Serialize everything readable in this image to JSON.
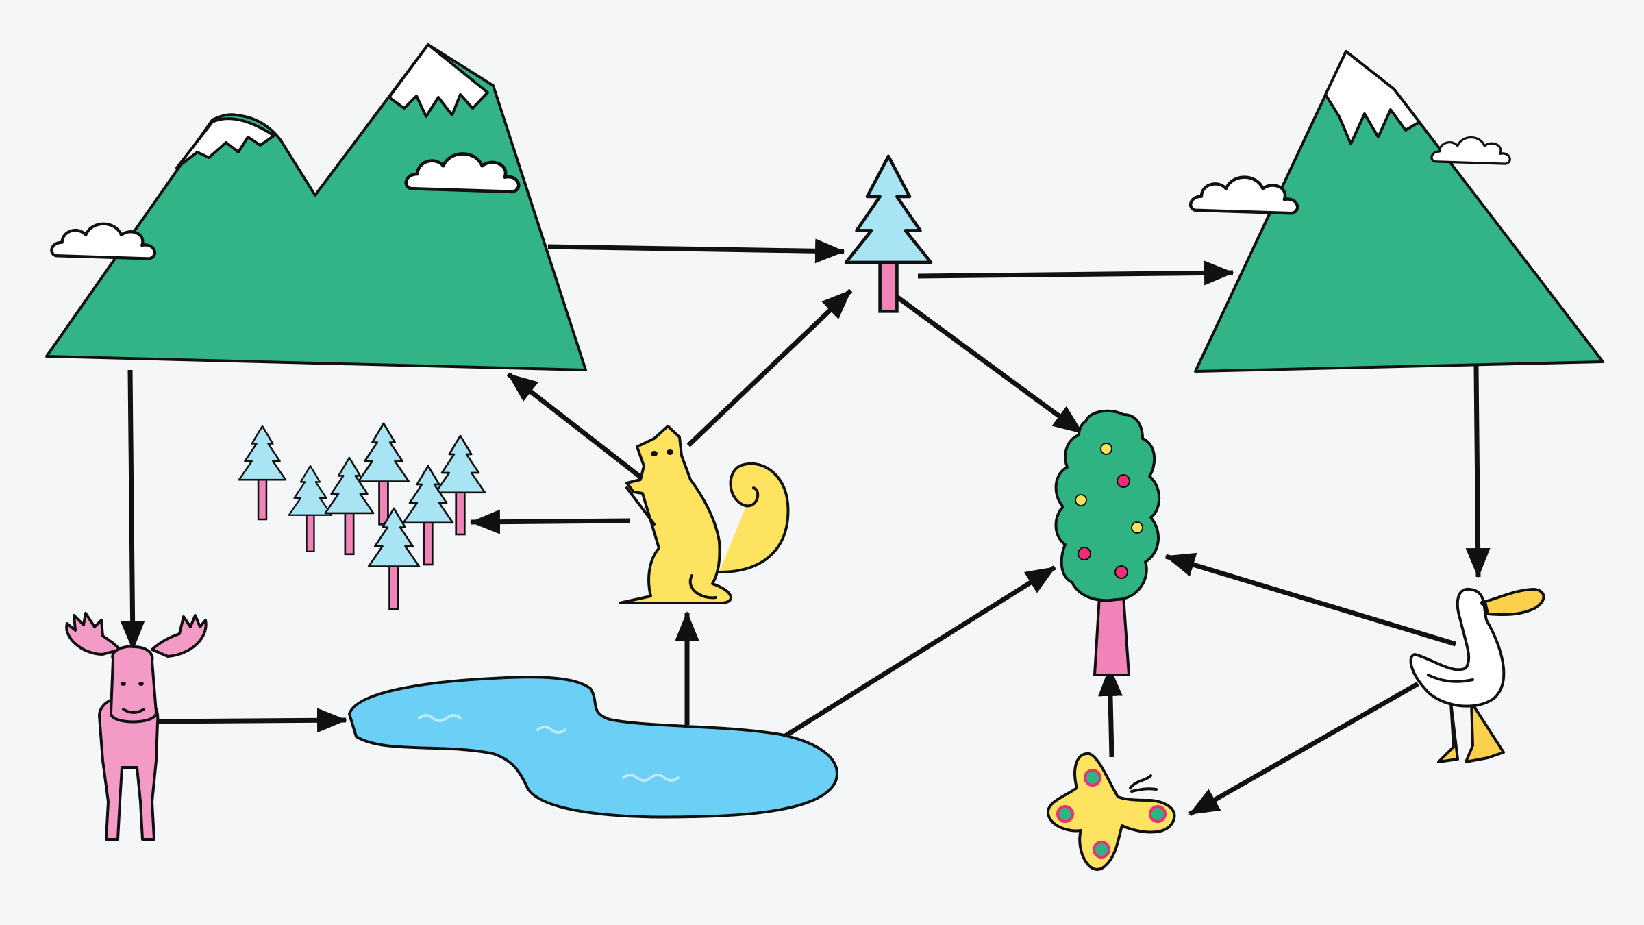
{
  "diagram": {
    "type": "food-web-illustration",
    "nodes": [
      {
        "id": "twin-mountains",
        "icon": "twin-mountain-icon"
      },
      {
        "id": "pine-tree",
        "icon": "pine-tree-icon"
      },
      {
        "id": "right-mountain",
        "icon": "mountain-icon"
      },
      {
        "id": "forest",
        "icon": "forest-icon"
      },
      {
        "id": "squirrel",
        "icon": "squirrel-icon"
      },
      {
        "id": "moose",
        "icon": "moose-icon"
      },
      {
        "id": "lake",
        "icon": "lake-icon"
      },
      {
        "id": "fruit-tree",
        "icon": "fruit-tree-icon"
      },
      {
        "id": "duck",
        "icon": "duck-icon"
      },
      {
        "id": "butterfly",
        "icon": "butterfly-icon"
      }
    ],
    "edges": [
      {
        "from": "twin-mountains",
        "to": "pine-tree"
      },
      {
        "from": "pine-tree",
        "to": "right-mountain"
      },
      {
        "from": "pine-tree",
        "to": "fruit-tree"
      },
      {
        "from": "twin-mountains",
        "to": "moose"
      },
      {
        "from": "moose",
        "to": "lake"
      },
      {
        "from": "squirrel",
        "to": "twin-mountains"
      },
      {
        "from": "squirrel",
        "to": "pine-tree"
      },
      {
        "from": "squirrel",
        "to": "forest"
      },
      {
        "from": "lake",
        "to": "squirrel"
      },
      {
        "from": "lake",
        "to": "fruit-tree"
      },
      {
        "from": "right-mountain",
        "to": "duck"
      },
      {
        "from": "duck",
        "to": "fruit-tree"
      },
      {
        "from": "duck",
        "to": "butterfly"
      },
      {
        "from": "butterfly",
        "to": "fruit-tree"
      }
    ]
  },
  "colors": {
    "mountain": "#33b487",
    "snow": "#ffffff",
    "pine": "#a8e4f4",
    "trunk": "#f083b8",
    "moose": "#f39ac6",
    "lake": "#6ccff6",
    "squirrel": "#fde35f",
    "foliage": "#2fb383",
    "fruit_pink": "#ec2d7a",
    "fruit_yellow": "#f7e35a",
    "beak": "#fbd14b",
    "outline": "#111111",
    "background": "#f4f6f8"
  }
}
